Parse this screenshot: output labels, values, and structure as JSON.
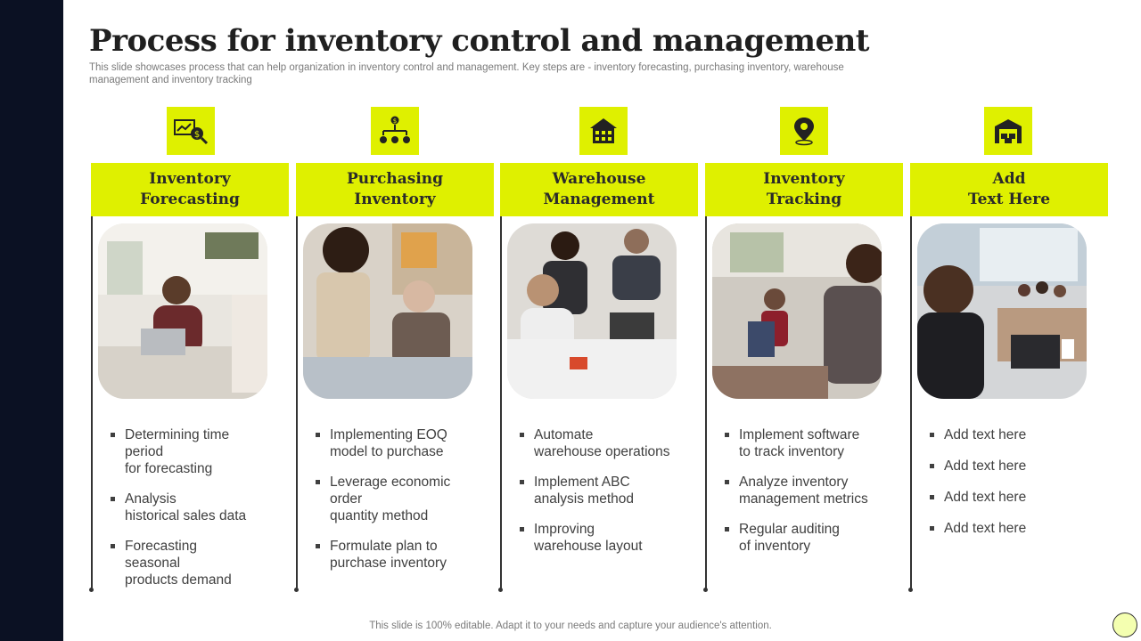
{
  "slide": {
    "title": "Process for inventory control and management",
    "subtitle": "This slide showcases process that can help organization in inventory control and management. Key steps are - inventory forecasting, purchasing inventory, warehouse management and inventory tracking",
    "footer": "This slide is 100% editable. Adapt it to your needs and capture your audience's attention."
  },
  "colors": {
    "accent": "#dff000",
    "side_strip": "#0b1123",
    "text": "#404040"
  },
  "columns": [
    {
      "icon": "forecast-chart-icon",
      "header": "Inventory\nForecasting",
      "photo": "team-meeting-photo",
      "bullets": [
        "Determining time\nperiod\nfor forecasting",
        "Analysis\nhistorical sales data",
        "Forecasting\nseasonal\nproducts demand"
      ]
    },
    {
      "icon": "hierarchy-icon",
      "header": "Purchasing\nInventory",
      "photo": "planning-table-photo",
      "bullets": [
        "Implementing EOQ\nmodel to purchase",
        "Leverage economic\norder\nquantity method",
        "Formulate plan to\npurchase inventory"
      ]
    },
    {
      "icon": "warehouse-building-icon",
      "header": "Warehouse\nManagement",
      "photo": "office-discussion-photo",
      "bullets": [
        "Automate\nwarehouse operations",
        "Implement ABC\nanalysis method",
        "Improving\nwarehouse layout"
      ]
    },
    {
      "icon": "location-pin-icon",
      "header": "Inventory\nTracking",
      "photo": "team-portrait-photo",
      "bullets": [
        "Implement software\nto track inventory",
        "Analyze inventory\nmanagement metrics",
        "Regular auditing\nof inventory"
      ]
    },
    {
      "icon": "storage-unit-icon",
      "header": "Add\nText Here",
      "photo": "conference-room-photo",
      "bullets": [
        "Add text here",
        "Add text here",
        "Add text here",
        "Add text here"
      ]
    }
  ]
}
